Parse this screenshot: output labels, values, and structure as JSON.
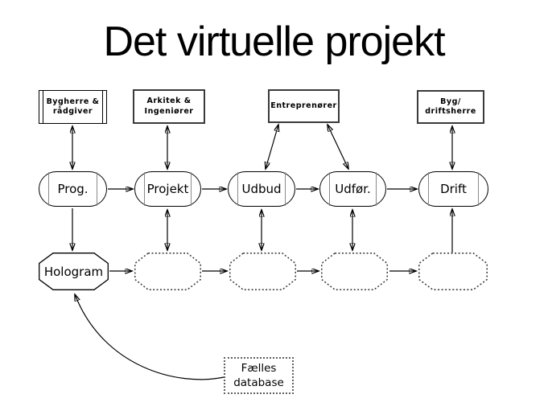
{
  "title": "Det virtuelle projekt",
  "actors": [
    {
      "label": "Bygherre &\nrådgiver",
      "shape": "predefined-process"
    },
    {
      "label": "Arkitek &\nIngeniører",
      "shape": "rectangle"
    },
    {
      "label": "Entreprenører",
      "shape": "rectangle"
    },
    {
      "label": "Byg/\ndriftsherre",
      "shape": "rectangle"
    }
  ],
  "stages": [
    {
      "label": "Prog."
    },
    {
      "label": "Projekt"
    },
    {
      "label": "Udbud"
    },
    {
      "label": "Udfør."
    },
    {
      "label": "Drift"
    }
  ],
  "models": [
    {
      "label": "Hologram",
      "style": "solid"
    },
    {
      "label": "",
      "style": "dashed"
    },
    {
      "label": "",
      "style": "dashed"
    },
    {
      "label": "",
      "style": "dashed"
    },
    {
      "label": "",
      "style": "dashed"
    }
  ],
  "database": {
    "label": "Fælles\ndatabase"
  },
  "colors": {
    "line": "#000000",
    "muted_line": "#8a8a8a",
    "box_border": "#3a3a3a",
    "background": "#ffffff",
    "text": "#000000"
  }
}
